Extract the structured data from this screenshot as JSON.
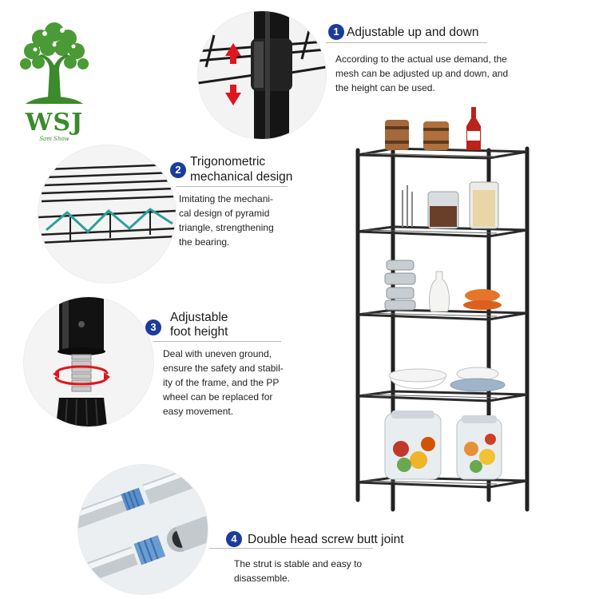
{
  "logo": {
    "name": "WSJ",
    "tagline": "Sam Show"
  },
  "features": [
    {
      "number": "1",
      "title": "Adjustable up and down",
      "description": "According to the actual use demand, the mesh can be adjusted up and down, and the height can be used."
    },
    {
      "number": "2",
      "title_line1": "Trigonometric",
      "title_line2": "mechanical design",
      "description_line1": "Imitating the mechani-",
      "description_line2": "cal design of pyramid",
      "description_line3": "triangle, strengthening",
      "description_line4": "the bearing."
    },
    {
      "number": "3",
      "title_line1": "Adjustable",
      "title_line2": "foot height",
      "description_line1": "Deal with uneven ground,",
      "description_line2": "ensure the safety and stabil-",
      "description_line3": "ity of the frame, and the PP",
      "description_line4": "wheel can be replaced for",
      "description_line5": "easy movement."
    },
    {
      "number": "4",
      "title": "Double head screw butt joint",
      "description_line1": "The strut is stable and easy to",
      "description_line2": "disassemble."
    }
  ],
  "colors": {
    "badge": "#1c3c9c",
    "logo_green": "#3b8a2c",
    "arrow_red": "#e0161e"
  }
}
